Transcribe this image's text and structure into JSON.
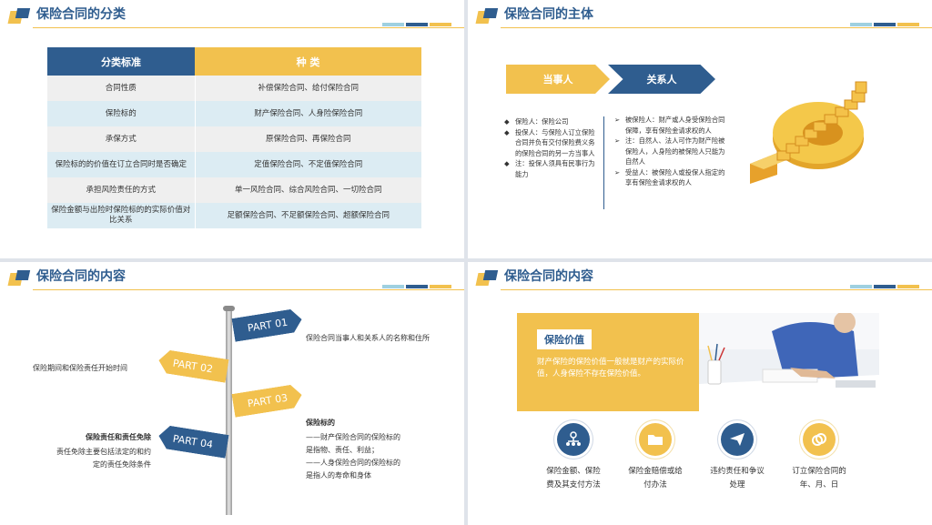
{
  "colors": {
    "blue": "#2f5d8f",
    "yellow": "#f2c14e",
    "light_blue": "#9fd0e0"
  },
  "slide1": {
    "title": "保险合同的分类",
    "table": {
      "headers": [
        "分类标准",
        "种  类"
      ],
      "rows": [
        [
          "合同性质",
          "补偿保险合同、给付保险合同"
        ],
        [
          "保险标的",
          "财产保险合同、人身险保险合同"
        ],
        [
          "承保方式",
          "原保险合同、再保险合同"
        ],
        [
          "保险标的的价值在订立合同时是否确定",
          "定值保险合同、不定值保险合同"
        ],
        [
          "承担风险责任的方式",
          "单一风险合同、综合风险合同、一切险合同"
        ],
        [
          "保险金额与出险时保险标的的实际价值对比关系",
          "足额保险合同、不足额保险合同、超额保险合同"
        ]
      ]
    }
  },
  "slide2": {
    "title": "保险合同的主体",
    "arrow_left": "当事人",
    "arrow_right": "关系人",
    "left_list": [
      "保险人：保险公司",
      "投保人：与保险人订立保险合同并负有交付保险费义务的保险合同的另一方当事人",
      "注：投保人须具有民事行为能力"
    ],
    "right_list": [
      "被保险人：财产或人身受保险合同保障，享有保险金请求权的人",
      "注：自然人、法人可作为财产险被保险人，人身险的被保险人只能为自然人",
      "受益人：被保险人或投保人指定的享有保险金请求权的人"
    ],
    "bullet_left": "◆",
    "bullet_right": "➢"
  },
  "slide3": {
    "title": "保险合同的内容",
    "signs": [
      "PART 01",
      "PART 02",
      "PART 03",
      "PART 04"
    ],
    "text_part01": "保险合同当事人和关系人的名称和住所",
    "text_part02": "保险期间和保险责任开始时间",
    "part03_heading": "保险标的",
    "part03_lines": [
      "——财产保险合同的保险标的",
      "是指物、责任、利益；",
      "——人身保险合同的保险标的",
      "是指人的寿命和身体"
    ],
    "part04_heading": "保险责任和责任免除",
    "part04_lines": [
      "责任免除主要包括法定的和约",
      "定的责任免除条件"
    ]
  },
  "slide4": {
    "title": "保险合同的内容",
    "badge": "保险价值",
    "description": "财产保险的保险价值一般就是财产的实际价值，人身保险不存在保险价值。",
    "icons": [
      {
        "icon": "network-icon",
        "label_lines": [
          "保险金额、保险",
          "费及其支付方法"
        ]
      },
      {
        "icon": "folder-icon",
        "label_lines": [
          "保险金赔偿或给",
          "付办法"
        ]
      },
      {
        "icon": "send-icon",
        "label_lines": [
          "违约责任和争议",
          "处理"
        ]
      },
      {
        "icon": "link-icon",
        "label_lines": [
          "订立保险合同的",
          "年、月、日"
        ]
      }
    ]
  }
}
